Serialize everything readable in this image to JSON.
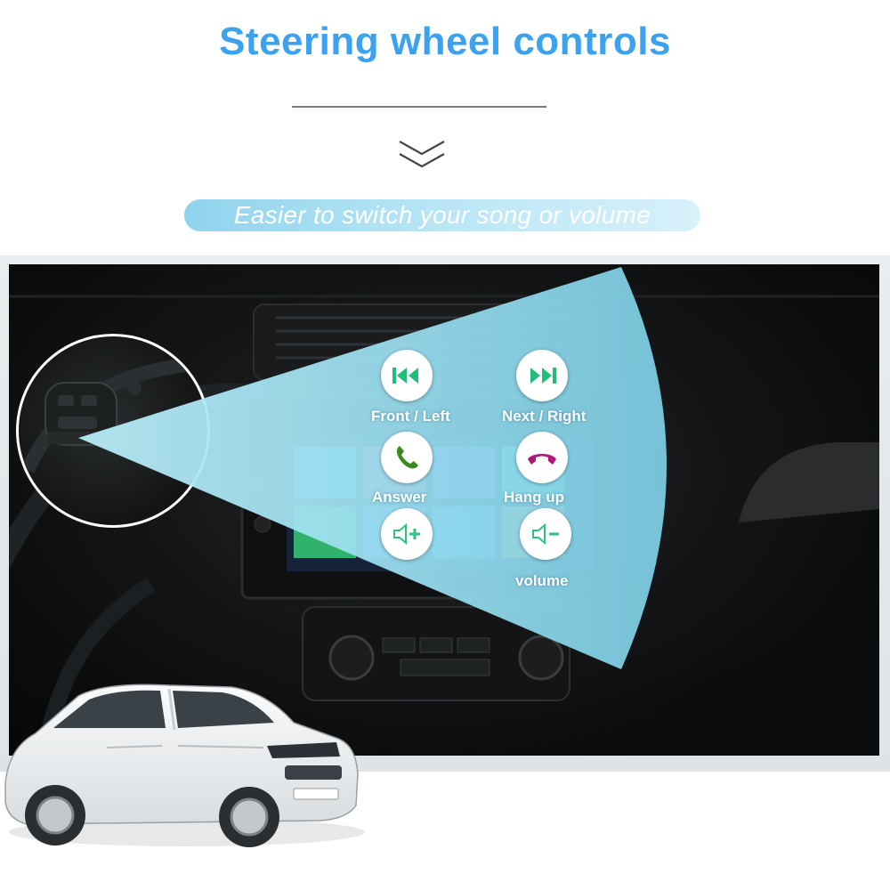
{
  "header": {
    "title": "Steering wheel controls",
    "subtitle": "Easier to switch your song or volume"
  },
  "controls": {
    "prev": {
      "label": "Front / Left",
      "icon": "skip-previous-icon"
    },
    "next": {
      "label": "Next / Right",
      "icon": "skip-next-icon"
    },
    "answer": {
      "label": "Answer",
      "icon": "phone-answer-icon"
    },
    "hangup": {
      "label": "Hang up",
      "icon": "phone-hangup-icon"
    },
    "vol_up": {
      "icon": "volume-up-icon"
    },
    "vol_down": {
      "icon": "volume-down-icon"
    },
    "volume_label": "volume"
  },
  "colors": {
    "title": "#3ba2f0",
    "beam": "#8fd9ee",
    "nav_icon": "#1fbf7a",
    "answer_icon": "#3c8a1e",
    "hangup_icon": "#b0177a",
    "volume_icon": "#2fc27d"
  }
}
